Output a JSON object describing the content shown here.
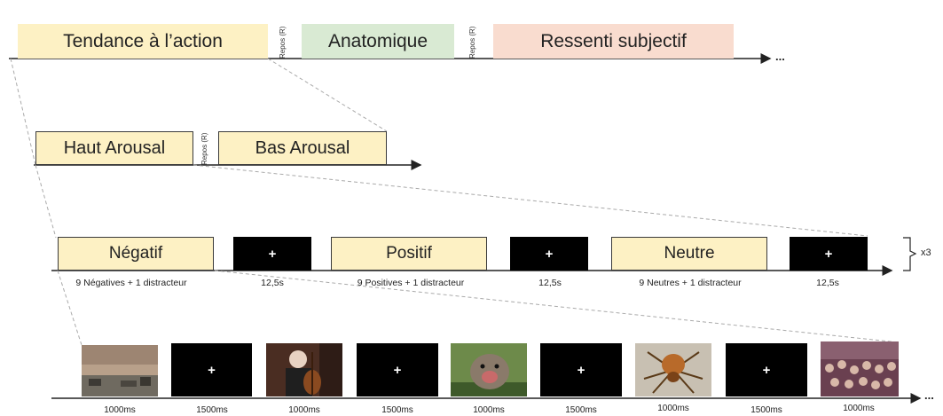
{
  "level1": {
    "blocks": [
      "Tendance à l’action",
      "Anatomique",
      "Ressenti subjectif"
    ],
    "rest_label": "Repos (R)",
    "ellipsis": "..."
  },
  "level2": {
    "blocks": [
      "Haut Arousal",
      "Bas Arousal"
    ],
    "rest_label": "Repos (R)"
  },
  "level3": {
    "blocks": [
      {
        "label": "Négatif",
        "caption": "9 Négatives + 1 distracteur"
      },
      {
        "label": "Positif",
        "caption": "9 Positives + 1 distracteur"
      },
      {
        "label": "Neutre",
        "caption": "9 Neutres + 1 distracteur"
      }
    ],
    "fixation": "+",
    "fixation_duration": "12,5s",
    "repeat": "x3"
  },
  "level4": {
    "image_duration": "1000ms",
    "fixation_duration": "1500ms",
    "fixation": "+",
    "ellipsis": "...",
    "images": [
      "dust-storm-photo",
      "cellist-photo",
      "animal-photo",
      "spider-photo",
      "crowd-photo"
    ]
  },
  "colors": {
    "cream": "#fdf1c4",
    "green": "#d9ead3",
    "pink": "#f9dccf",
    "black": "#000000"
  }
}
